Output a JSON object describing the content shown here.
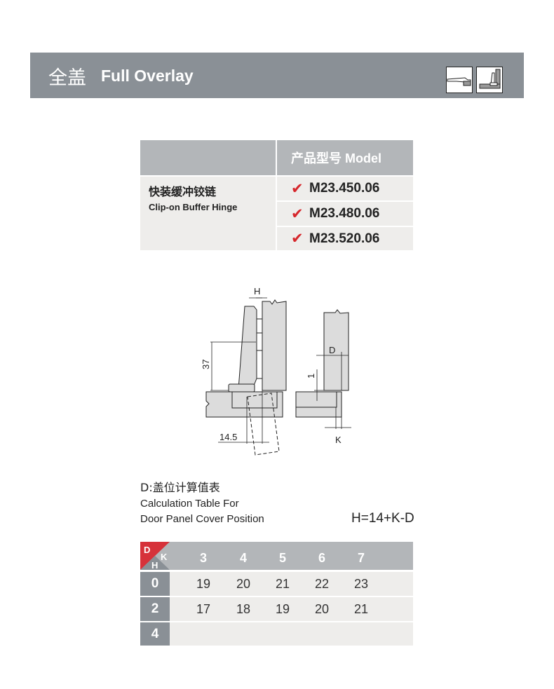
{
  "header": {
    "title_cn": "全盖",
    "title_en": "Full Overlay",
    "icons": [
      "overlay-hinge-top-view-icon",
      "overlay-hinge-side-view-icon"
    ]
  },
  "model_table": {
    "header": "产品型号 Model",
    "product_cn": "快装缓冲铰链",
    "product_en": "Clip-on Buffer Hinge",
    "models": [
      "M23.450.06",
      "M23.480.06",
      "M23.520.06"
    ],
    "check_color": "#d6262b"
  },
  "diagram": {
    "labels": {
      "h": "H",
      "d": "D",
      "k": "K",
      "dim37": "37",
      "dim1": "1",
      "dim145": "14.5"
    }
  },
  "calc": {
    "title_cn": "D:盖位计算值表",
    "title_en_1": "Calculation Table For",
    "title_en_2": "Door Panel Cover Position",
    "formula": "H=14+K-D"
  },
  "calc_table": {
    "corner": {
      "d": "D",
      "k": "K",
      "h": "H"
    },
    "k_values": [
      "3",
      "4",
      "5",
      "6",
      "7"
    ],
    "rows": [
      {
        "d": "0",
        "h": [
          "19",
          "20",
          "21",
          "22",
          "23"
        ]
      },
      {
        "d": "2",
        "h": [
          "17",
          "18",
          "19",
          "20",
          "21"
        ]
      },
      {
        "d": "4",
        "h": [
          "",
          "",
          "",
          "",
          ""
        ]
      }
    ]
  }
}
